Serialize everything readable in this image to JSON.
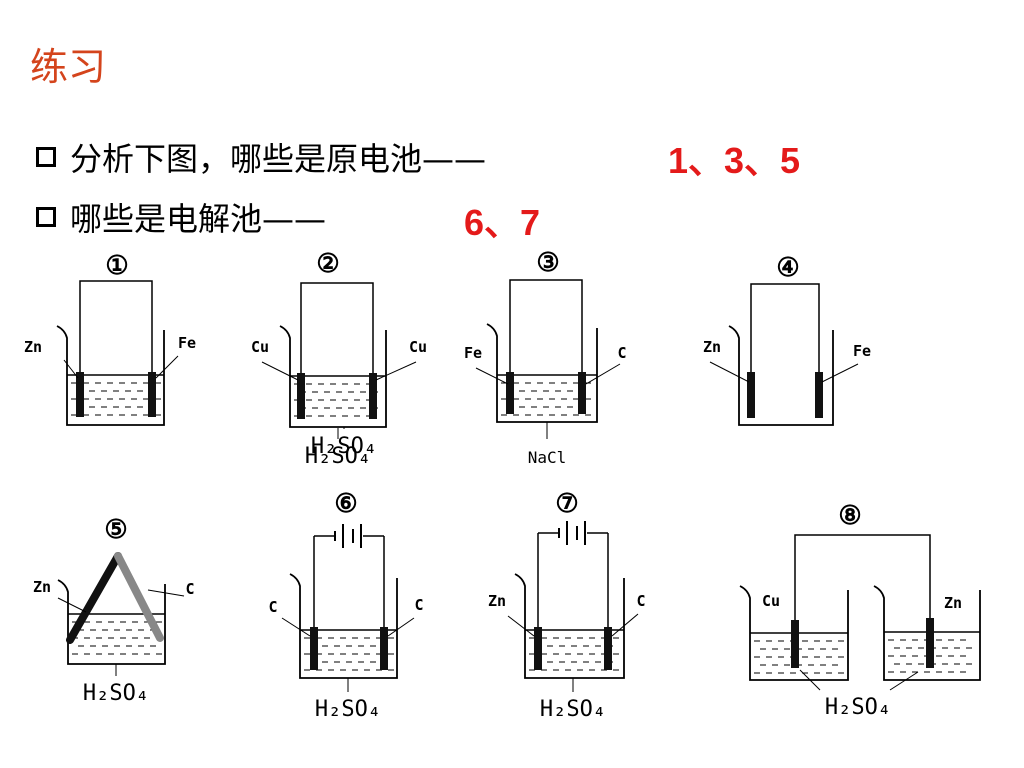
{
  "slide": {
    "title": "练习",
    "bullets": [
      {
        "text": "分析下图，哪些是原电池——",
        "answer": "1、3、5"
      },
      {
        "text": "哪些是电解池——",
        "answer": "6、7"
      }
    ]
  },
  "colors": {
    "title": "#d4441c",
    "answer": "#e41a1a",
    "ink": "#000000"
  },
  "cells": [
    {
      "number": "①",
      "left_label": "Zn",
      "right_label": "Fe",
      "electrolyte": "H₂SO₄",
      "source": "wire"
    },
    {
      "number": "②",
      "left_label": "Cu",
      "right_label": "Cu",
      "electrolyte": "H₂SO₄",
      "source": "wire"
    },
    {
      "number": "③",
      "left_label": "Fe",
      "right_label": "C",
      "electrolyte": "NaCl",
      "source": "wire"
    },
    {
      "number": "④",
      "left_label": "Zn",
      "right_label": "Fe",
      "electrolyte": "",
      "source": "wire"
    },
    {
      "number": "⑤",
      "left_label": "Zn",
      "right_label": "C",
      "electrolyte": "H₂SO₄",
      "source": "contact"
    },
    {
      "number": "⑥",
      "left_label": "C",
      "right_label": "C",
      "electrolyte": "H₂SO₄",
      "source": "battery"
    },
    {
      "number": "⑦",
      "left_label": "Zn",
      "right_label": "C",
      "electrolyte": "H₂SO₄",
      "source": "battery"
    },
    {
      "number": "⑧",
      "left_label": "Cu",
      "right_label": "Zn",
      "electrolyte": "H₂SO₄",
      "source": "wire"
    }
  ]
}
